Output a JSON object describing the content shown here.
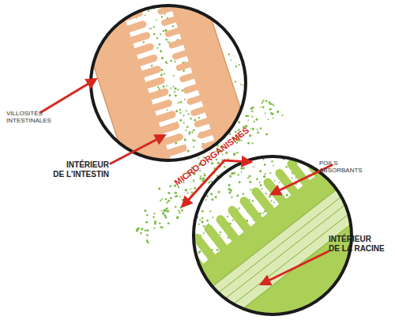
{
  "diagram": {
    "labels": [
      "VILLOSITÉS INTESTINALES",
      "INTÉRIEUR DE L'INTESTIN",
      "MICRO ORGANISMES",
      "POILS ABSORBANTS",
      "INTÉRIEUR DE LA RACINE"
    ]
  }
}
